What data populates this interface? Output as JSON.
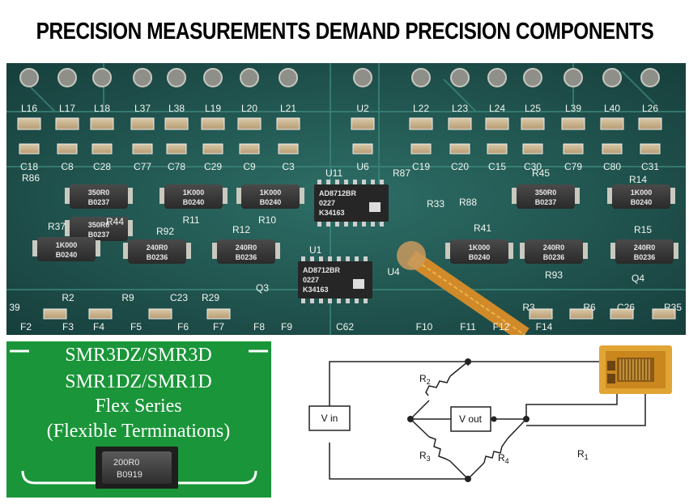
{
  "headline": "PRECISION MEASUREMENTS DEMAND PRECISION COMPONENTS",
  "pcb": {
    "top_row_labels": [
      "L16",
      "L17",
      "L18",
      "L37",
      "L38",
      "L19",
      "L20",
      "L21",
      "U2",
      "L22",
      "L23",
      "L24",
      "L25",
      "L39",
      "L40",
      "L26"
    ],
    "cap_labels": [
      "C18",
      "C8",
      "C28",
      "C77",
      "C78",
      "C29",
      "C9",
      "C3",
      "U6",
      "C19",
      "C20",
      "C15",
      "C30",
      "C79",
      "C80",
      "C31"
    ],
    "resistors": [
      {
        "ref": "R86",
        "line1": "350R0",
        "line2": "B0237"
      },
      {
        "ref": "R11",
        "line1": "1K000",
        "line2": "B0240"
      },
      {
        "ref": "R10",
        "line1": "1K000",
        "line2": "B0240"
      },
      {
        "ref": "R44",
        "line1": "350R0",
        "line2": "B0237"
      },
      {
        "ref": "R92",
        "line1": "240R0",
        "line2": "B0236"
      },
      {
        "ref": "R12",
        "line1": "240R0",
        "line2": "B0236"
      },
      {
        "ref": "R37",
        "line1": "1K000",
        "line2": "B0240"
      },
      {
        "ref": "R45",
        "line1": "350R0",
        "line2": "B0237"
      },
      {
        "ref": "R14",
        "line1": "1K000",
        "line2": "B0240"
      },
      {
        "ref": "R41",
        "line1": "1K000",
        "line2": "B0240"
      },
      {
        "ref": "R93",
        "line1": "240R0",
        "line2": "B0236"
      },
      {
        "ref": "R15",
        "line1": "240R0",
        "line2": "B0236"
      }
    ],
    "ics": [
      {
        "ref": "U11",
        "line1": "AD8712BR",
        "line2": "0227",
        "line3": "K34163"
      },
      {
        "ref": "U1",
        "line1": "AD8712BR",
        "line2": "0227",
        "line3": "K34163"
      }
    ],
    "misc_labels": [
      "R87",
      "R88",
      "R33",
      "U4",
      "Q3",
      "Q4",
      "C62",
      "C23",
      "R29",
      "R9",
      "R2",
      "R3",
      "R6",
      "C26",
      "R35",
      "F2",
      "F3",
      "F4",
      "F5",
      "F6",
      "F7",
      "F8",
      "F9",
      "F10",
      "F11",
      "F12",
      "F14",
      "39"
    ]
  },
  "flex_panel": {
    "line1": "SMR3DZ/SMR3D",
    "line2": "SMR1DZ/SMR1D",
    "line3": "Flex Series",
    "line4": "(Flexible Terminations)",
    "chip_line1": "200R0",
    "chip_line2": "B0919",
    "colors": {
      "background": "#1e9a3c",
      "border": "#ffffff",
      "chip": "#3a3a3a"
    }
  },
  "schematic": {
    "vin": "V in",
    "vout": "V out",
    "r1": "R",
    "r1_sub": "1",
    "r2": "R",
    "r2_sub": "2",
    "r3": "R",
    "r3_sub": "3",
    "r4": "R",
    "r4_sub": "4"
  }
}
